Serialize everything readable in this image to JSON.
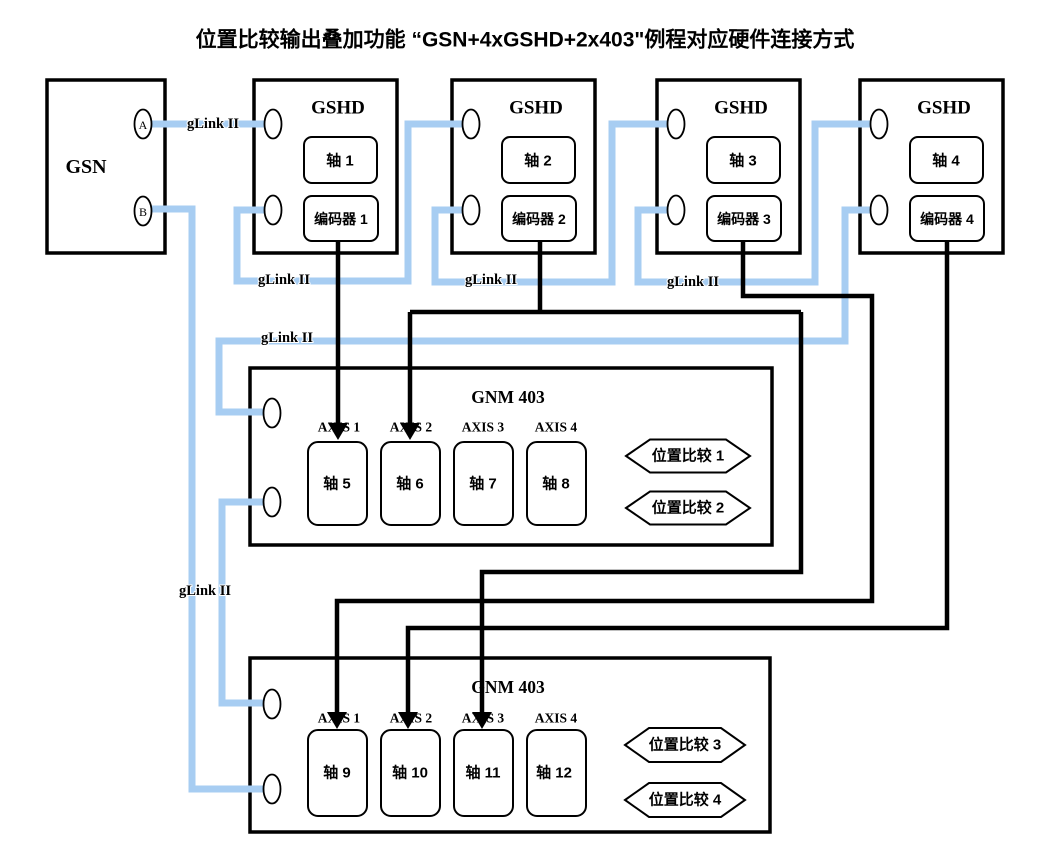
{
  "title": "位置比较输出叠加功能 “GSN+4xGSHD+2x403\"例程对应硬件连接方式",
  "colors": {
    "link_blue": "#a7cdf2",
    "wire_black": "#000000"
  },
  "gsn": {
    "title": "GSN",
    "port_a": "A",
    "port_b": "B"
  },
  "glink_labels": [
    "gLink II",
    "gLink II",
    "gLink II",
    "gLink II",
    "gLink II",
    "gLink II"
  ],
  "gshd_boxes": [
    {
      "title": "GSHD",
      "axis": "轴 1",
      "encoder": "编码器 1"
    },
    {
      "title": "GSHD",
      "axis": "轴 2",
      "encoder": "编码器 2"
    },
    {
      "title": "GSHD",
      "axis": "轴 3",
      "encoder": "编码器 3"
    },
    {
      "title": "GSHD",
      "axis": "轴 4",
      "encoder": "编码器 4"
    }
  ],
  "gnm_boxes": [
    {
      "title": "GNM 403",
      "axis_headers": [
        "AXIS 1",
        "AXIS 2",
        "AXIS 3",
        "AXIS 4"
      ],
      "axes": [
        "轴 5",
        "轴 6",
        "轴 7",
        "轴 8"
      ],
      "compare_flags": [
        "位置比较 1",
        "位置比较 2"
      ]
    },
    {
      "title": "GNM 403",
      "axis_headers": [
        "AXIS 1",
        "AXIS 2",
        "AXIS 3",
        "AXIS 4"
      ],
      "axes": [
        "轴 9",
        "轴 10",
        "轴 11",
        "轴 12"
      ],
      "compare_flags": [
        "位置比较 3",
        "位置比较 4"
      ]
    }
  ]
}
